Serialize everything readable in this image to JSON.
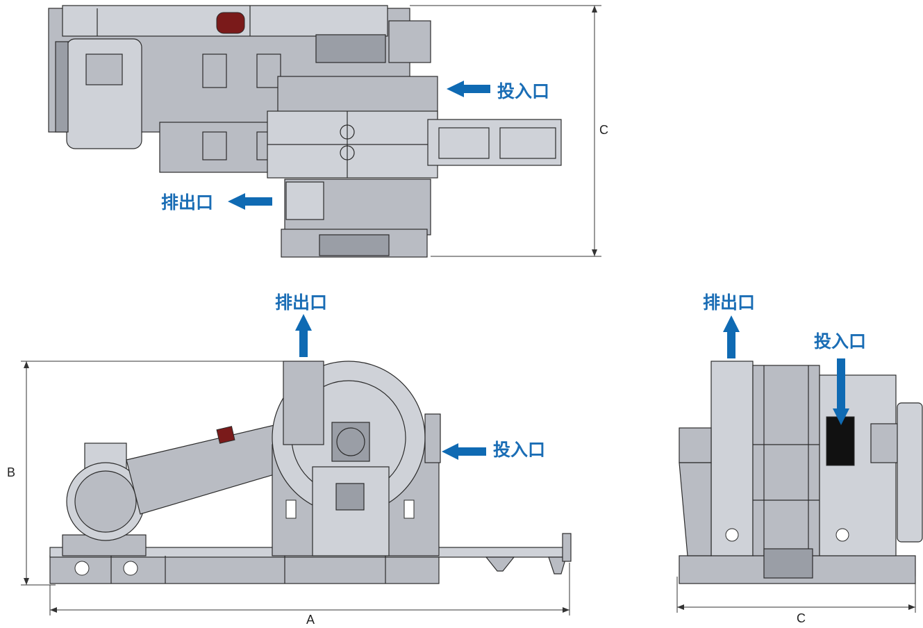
{
  "labels": {
    "inlet": "投入口",
    "outlet": "排出口"
  },
  "dimensions": {
    "a": "A",
    "b": "B",
    "c": "C"
  },
  "colors": {
    "label": "#1a6db5",
    "arrow": "#0f6ab3",
    "steel": "#b9bcc3",
    "accent_red": "#7a1a1a"
  }
}
